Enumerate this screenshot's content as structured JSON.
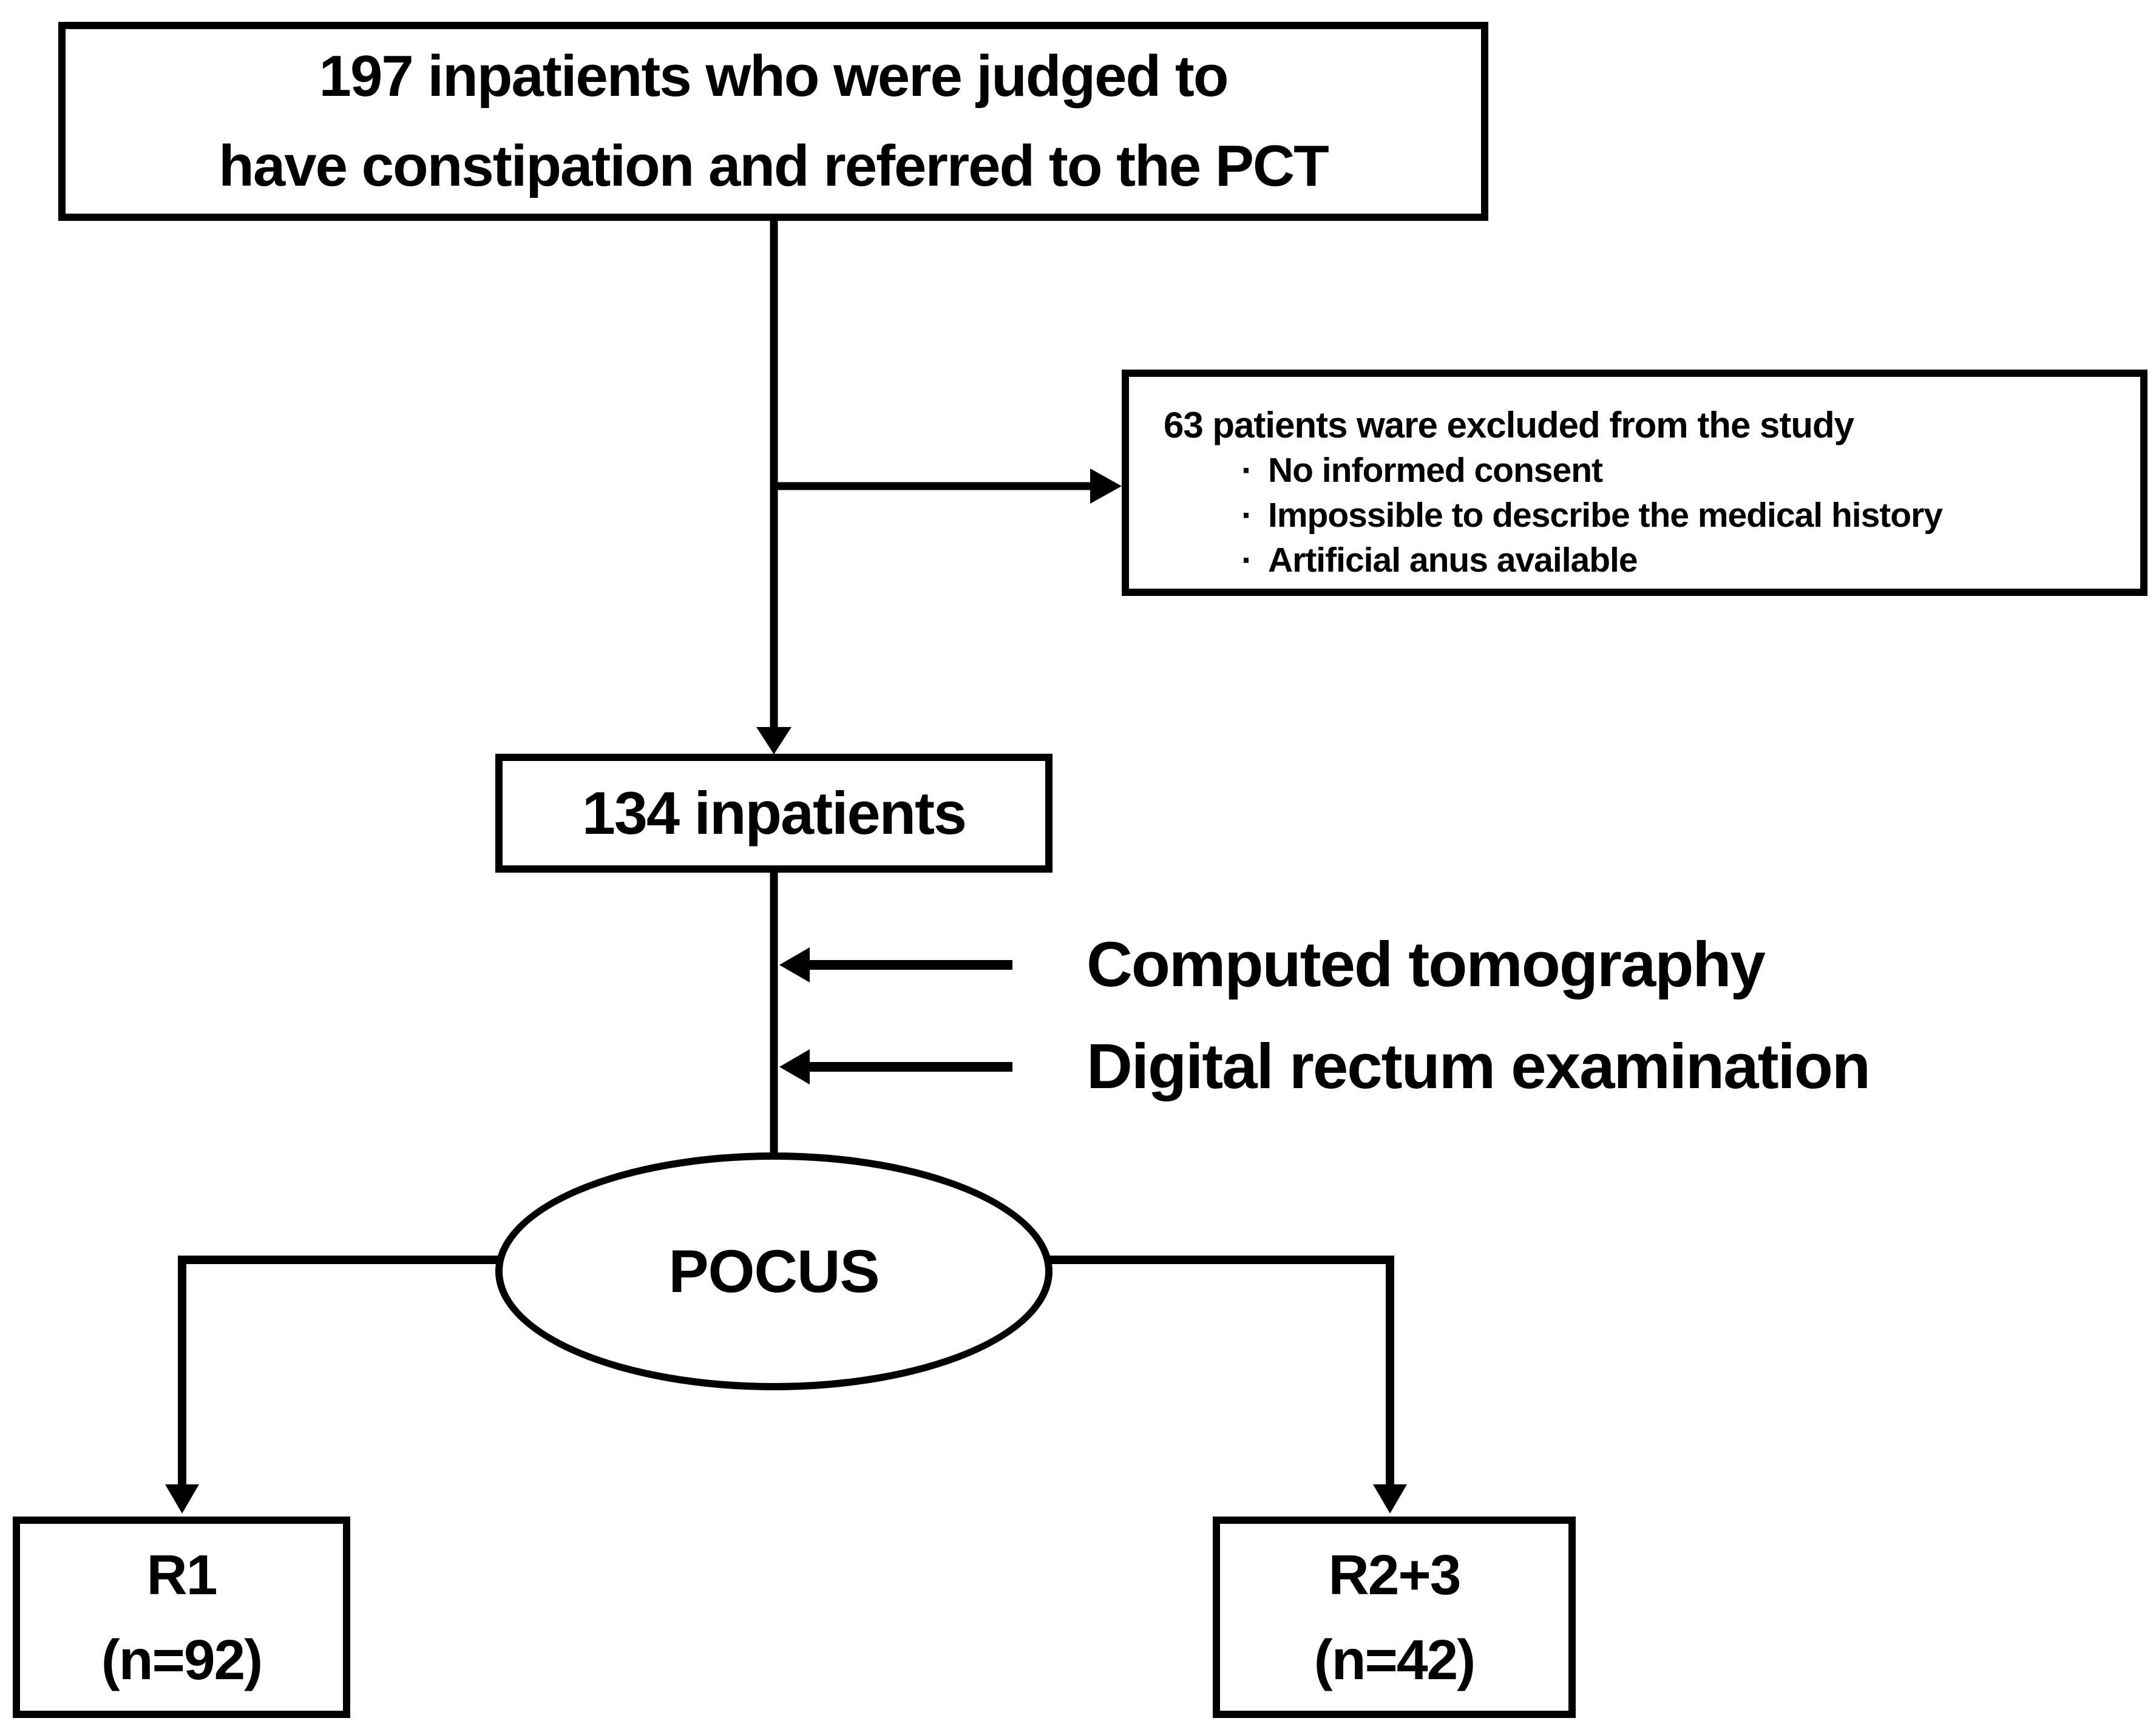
{
  "page": {
    "background_color": "#ffffff",
    "ink_color": "#000000"
  },
  "flowchart": {
    "top_box": {
      "line1": "197 inpatients who were judged to",
      "line2": "have constipation and referred to the PCT"
    },
    "exclusion_box": {
      "title": "63 patients ware excluded from the study",
      "bullet_char": "·",
      "bullets": [
        "No informed consent",
        "Impossible to describe the medical history",
        "Artificial anus available"
      ]
    },
    "inpatients_box": {
      "label": "134 inpatients"
    },
    "intervention_labels": {
      "ct": "Computed tomography",
      "dre": "Digital rectum examination"
    },
    "pocus_ellipse": {
      "label": "POCUS"
    },
    "r1_box": {
      "line1": "R1",
      "line2": "(n=92)"
    },
    "r23_box": {
      "line1": "R2+3",
      "line2": "(n=42)"
    }
  }
}
